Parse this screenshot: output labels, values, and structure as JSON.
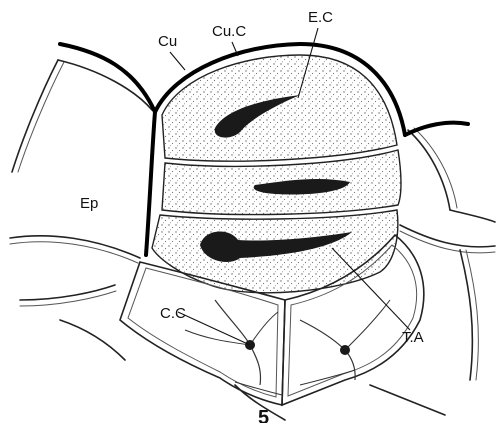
{
  "figure": {
    "labels": {
      "cu": "Cu",
      "cuc": "Cu.C",
      "ec": "E.C",
      "ep": "Ep",
      "cc": "C.C",
      "ta": "T.A"
    },
    "number": "5"
  }
}
